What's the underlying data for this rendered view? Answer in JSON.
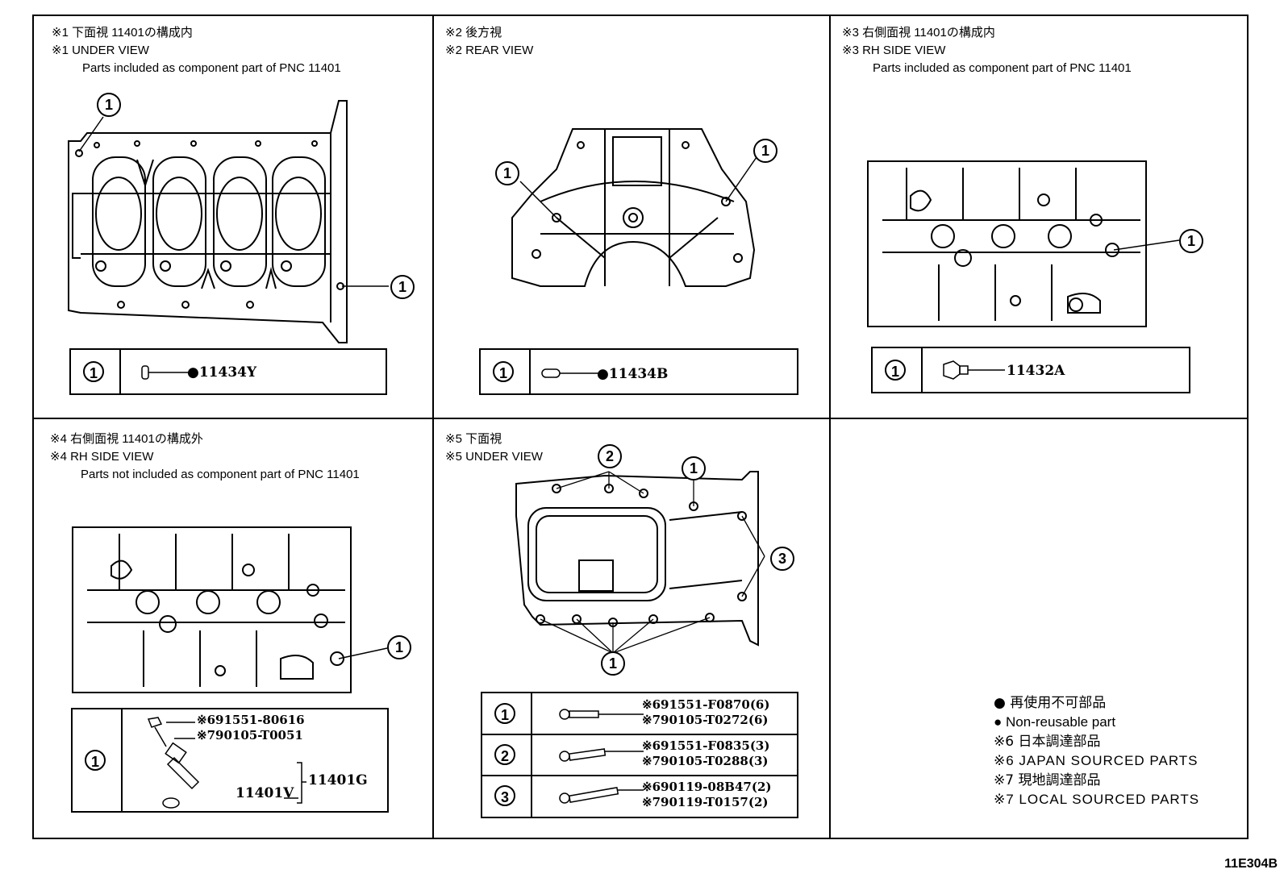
{
  "panels": [
    {
      "id": "p1",
      "title_jp": "※1 下面視 11401の構成内",
      "title_en": "※1 UNDER VIEW",
      "note": "Parts included as component part of PNC 11401"
    },
    {
      "id": "p2",
      "title_jp": "※2 後方視",
      "title_en": "※2 REAR VIEW",
      "note": ""
    },
    {
      "id": "p3",
      "title_jp": "※3 右側面視 11401の構成内",
      "title_en": "※3 RH SIDE VIEW",
      "note": "Parts included as component part of PNC 11401"
    },
    {
      "id": "p4",
      "title_jp": "※4 右側面視 11401の構成外",
      "title_en": "※4 RH SIDE VIEW",
      "note": "Parts not included as component part of PNC 11401"
    },
    {
      "id": "p5",
      "title_jp": "※5 下面視",
      "title_en": "※5 UNDER VIEW",
      "note": ""
    }
  ],
  "callouts": {
    "one": "1",
    "two": "2",
    "three": "3"
  },
  "parts": {
    "p1_part": "●11434Y",
    "p2_part": "●11434B",
    "p3_part": "11432A",
    "p4_a1": "※691551-80616",
    "p4_a2": "※790105-T0051",
    "p4_b": "11401V",
    "p4_c": "11401G",
    "p5_r1a": "※691551-F0870(6)",
    "p5_r1b": "※790105-T0272(6)",
    "p5_r2a": "※691551-F0835(3)",
    "p5_r2b": "※790105-T0288(3)",
    "p5_r3a": "※690119-08B47(2)",
    "p5_r3b": "※790119-T0157(2)"
  },
  "legend": [
    "● 再使用不可部品",
    "● Non-reusable part",
    "※6 日本調達部品",
    "※6 JAPAN SOURCED PARTS",
    "※7 現地調達部品",
    "※7 LOCAL SOURCED PARTS"
  ],
  "diagram_code": "11E304B"
}
